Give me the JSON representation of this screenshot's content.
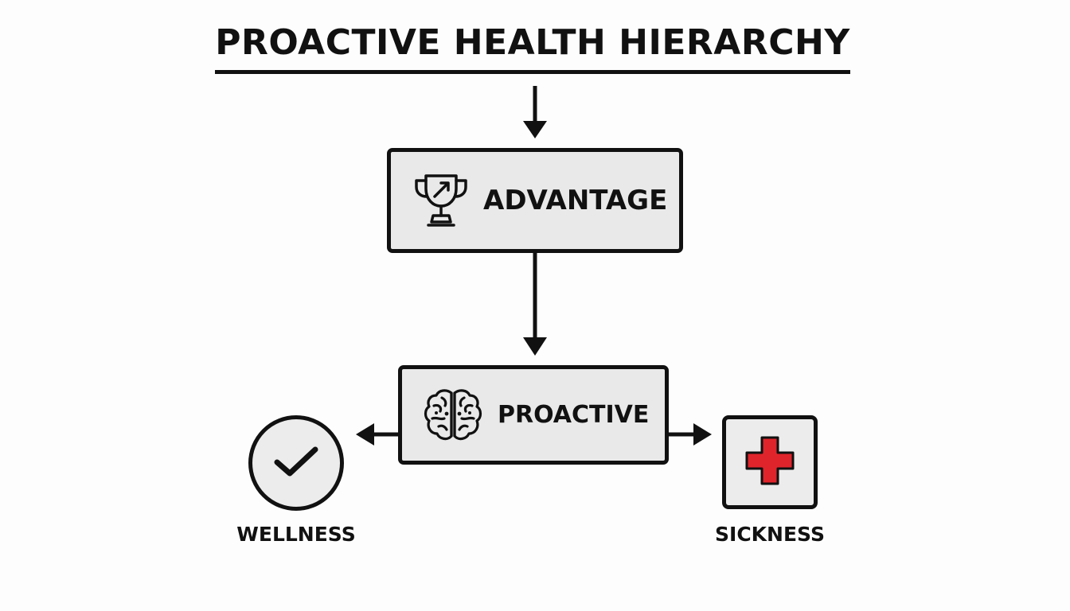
{
  "title": "PROACTIVE HEALTH HIERARCHY",
  "nodes": {
    "advantage": {
      "label": "ADVANTAGE",
      "icon": "trophy-icon"
    },
    "proactive": {
      "label": "PROACTIVE",
      "icon": "brain-icon"
    }
  },
  "outcomes": {
    "wellness": {
      "label": "WELLNESS",
      "icon": "checkmark-icon"
    },
    "sickness": {
      "label": "SICKNESS",
      "icon": "medical-cross-icon",
      "icon_color": "#e0242b"
    }
  },
  "colors": {
    "stroke": "#111111",
    "node_fill": "#e9e9e9",
    "background": "#fdfdfd"
  }
}
